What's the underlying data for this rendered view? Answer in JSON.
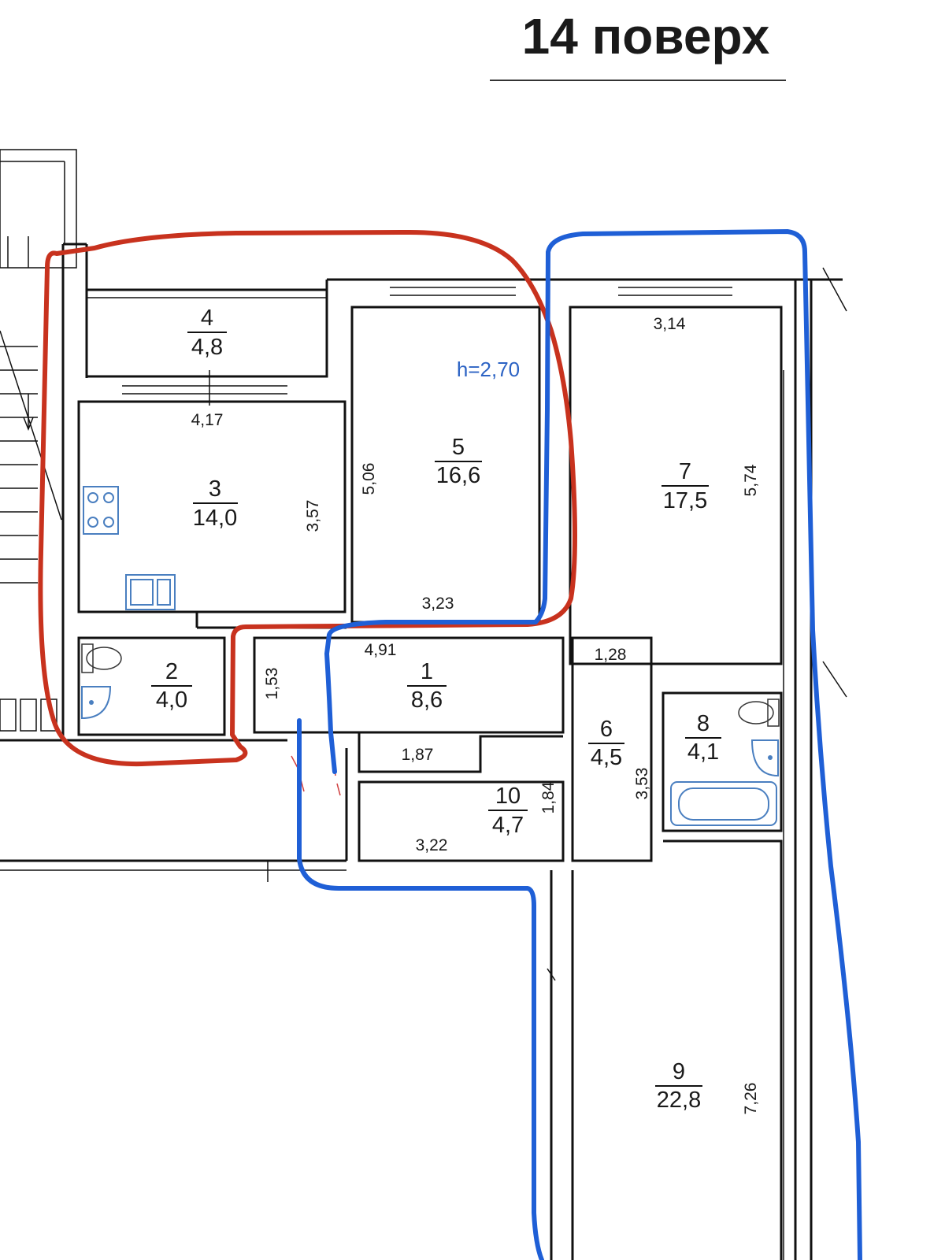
{
  "title": "14 поверх",
  "ceiling_height": "h=2,70",
  "rooms": [
    {
      "id": "1",
      "area": "8,6"
    },
    {
      "id": "2",
      "area": "4,0"
    },
    {
      "id": "3",
      "area": "14,0"
    },
    {
      "id": "4",
      "area": "4,8"
    },
    {
      "id": "5",
      "area": "16,6"
    },
    {
      "id": "6",
      "area": "4,5"
    },
    {
      "id": "7",
      "area": "17,5"
    },
    {
      "id": "8",
      "area": "4,1"
    },
    {
      "id": "9",
      "area": "22,8"
    },
    {
      "id": "10",
      "area": "4,7"
    }
  ],
  "dimensions": {
    "d417": "4,17",
    "d357": "3,57",
    "d506": "5,06",
    "d323": "3,23",
    "d314": "3,14",
    "d574": "5,74",
    "d491": "4,91",
    "d153": "1,53",
    "d187": "1,87",
    "d128": "1,28",
    "d353": "3,53",
    "d184": "1,84",
    "d322": "3,22",
    "d726": "7,26"
  },
  "colors": {
    "red_outline": "#c8321e",
    "blue_outline": "#1f5fd6",
    "fixture_blue": "#4a7fc0",
    "ceiling_text": "#2c63c4"
  }
}
